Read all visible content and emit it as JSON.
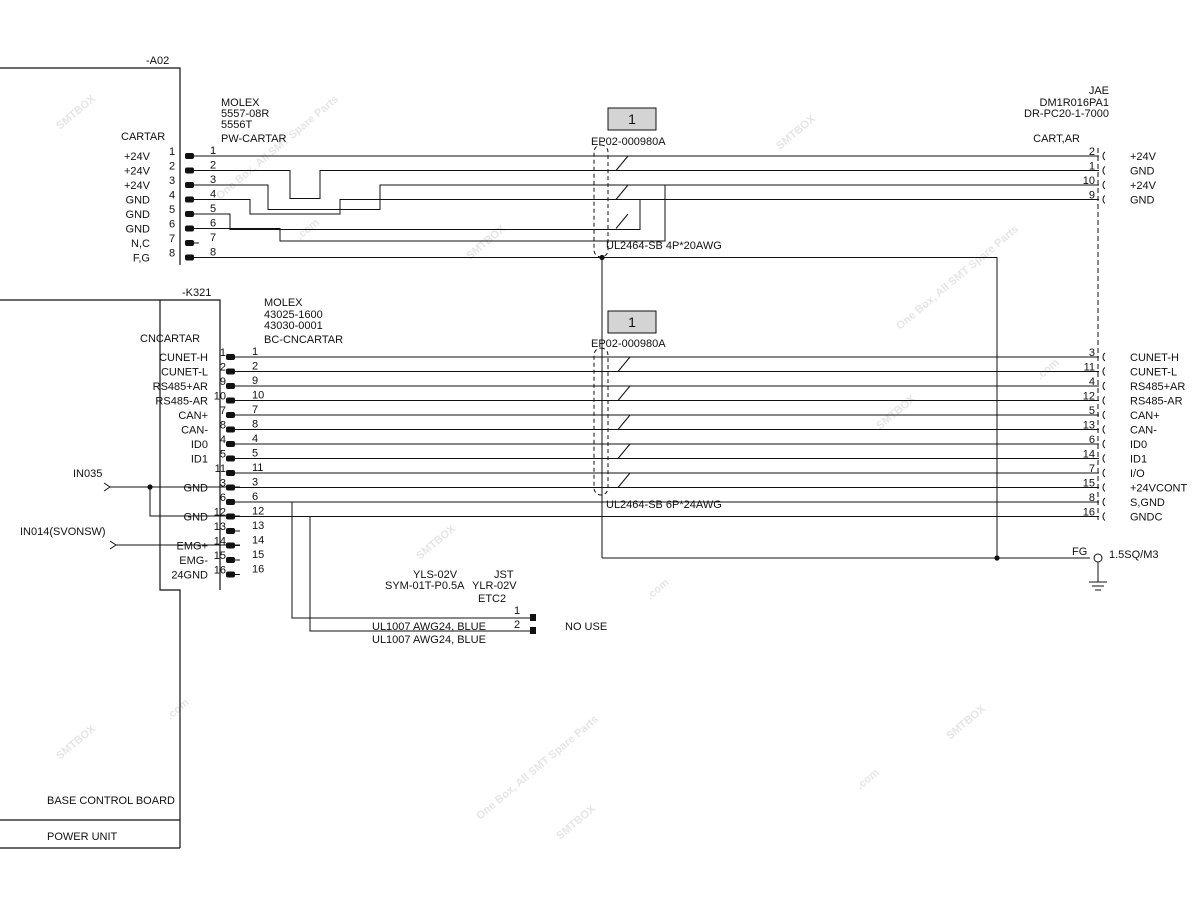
{
  "watermark": {
    "brand": "SMTBOX",
    "domain": ".com",
    "tagline": "One Box, All SMT Spare Parts"
  },
  "power_block": {
    "board_ref": "-A02",
    "connector": {
      "maker": "MOLEX",
      "housing": "5557-08R",
      "terminal": "5556T",
      "name": "PW-CARTAR"
    },
    "connector_label": "CARTAR",
    "cable_badge": "1",
    "cable_part": "EP02-000980A",
    "cable_type": "UL2464-SB 4P*20AWG",
    "pins": [
      {
        "signal": "+24V",
        "pin": "1",
        "far_pin": "2",
        "far_signal": "+24V"
      },
      {
        "signal": "+24V",
        "pin": "2",
        "far_pin": "1",
        "far_signal": "GND"
      },
      {
        "signal": "+24V",
        "pin": "3",
        "far_pin": "10",
        "far_signal": "+24V"
      },
      {
        "signal": "GND",
        "pin": "4",
        "far_pin": "9",
        "far_signal": "GND"
      },
      {
        "signal": "GND",
        "pin": "5",
        "far_pin": "",
        "far_signal": ""
      },
      {
        "signal": "GND",
        "pin": "6",
        "far_pin": "",
        "far_signal": ""
      },
      {
        "signal": "N,C",
        "pin": "7",
        "far_pin": "",
        "far_signal": ""
      },
      {
        "signal": "F,G",
        "pin": "8",
        "far_pin": "",
        "far_signal": ""
      }
    ]
  },
  "far_connector": {
    "maker": "JAE",
    "part": "DM1R016PA1",
    "housing": "DR-PC20-1-7000",
    "name": "CART,AR"
  },
  "comm_block": {
    "board_ref": "-K321",
    "connector": {
      "maker": "MOLEX",
      "housing": "43025-1600",
      "terminal": "43030-0001",
      "name": "BC-CNCARTAR"
    },
    "connector_label": "CNCARTAR",
    "cable_badge": "1",
    "cable_part": "EP02-000980A",
    "cable_type": "UL2464-SB 6P*24AWG",
    "pins": [
      {
        "signal": "CUNET-H",
        "pin": "1",
        "far_pin": "3",
        "far_signal": "CUNET-H"
      },
      {
        "signal": "CUNET-L",
        "pin": "2",
        "far_pin": "11",
        "far_signal": "CUNET-L"
      },
      {
        "signal": "RS485+AR",
        "pin": "9",
        "far_pin": "4",
        "far_signal": "RS485+AR"
      },
      {
        "signal": "RS485-AR",
        "pin": "10",
        "far_pin": "12",
        "far_signal": "RS485-AR"
      },
      {
        "signal": "CAN+",
        "pin": "7",
        "far_pin": "5",
        "far_signal": "CAN+"
      },
      {
        "signal": "CAN-",
        "pin": "8",
        "far_pin": "13",
        "far_signal": "CAN-"
      },
      {
        "signal": "ID0",
        "pin": "4",
        "far_pin": "6",
        "far_signal": "ID0"
      },
      {
        "signal": "ID1",
        "pin": "5",
        "far_pin": "14",
        "far_signal": "ID1"
      },
      {
        "signal": "",
        "pin": "11",
        "far_pin": "7",
        "far_signal": "I/O"
      },
      {
        "signal": "GND",
        "pin": "3",
        "far_pin": "15",
        "far_signal": "+24VCONT"
      },
      {
        "signal": "",
        "pin": "6",
        "far_pin": "8",
        "far_signal": "S,GND"
      },
      {
        "signal": "GND",
        "pin": "12",
        "far_pin": "16",
        "far_signal": "GNDC"
      },
      {
        "signal": "",
        "pin": "13",
        "far_pin": "",
        "far_signal": ""
      },
      {
        "signal": "EMG+",
        "pin": "14",
        "far_pin": "",
        "far_signal": ""
      },
      {
        "signal": "EMG-",
        "pin": "15",
        "far_pin": "",
        "far_signal": ""
      },
      {
        "signal": "24GND",
        "pin": "16",
        "far_pin": "",
        "far_signal": ""
      }
    ],
    "inputs": [
      "IN035",
      "IN014(SVONSW)"
    ]
  },
  "etc2": {
    "housing": "YLS-02V",
    "maker": "JST",
    "terminal": "SYM-01T-P0.5A",
    "part": "YLR-02V",
    "name": "ETC2",
    "pins": [
      "1",
      "2"
    ],
    "wires": [
      "UL1007 AWG24, BLUE",
      "UL1007 AWG24, BLUE"
    ],
    "note": "NO USE"
  },
  "ground": {
    "label": "FG",
    "spec": "1.5SQ/M3"
  },
  "boards": {
    "base": "BASE CONTROL BOARD",
    "power": "POWER UNIT"
  }
}
